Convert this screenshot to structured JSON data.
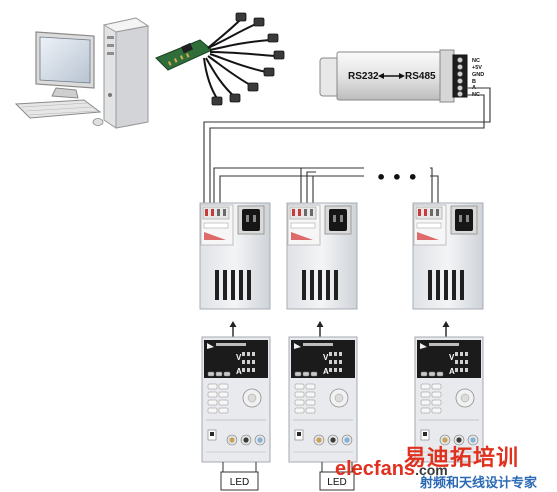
{
  "converter": {
    "left_label": "RS232",
    "right_label": "RS485",
    "pins": [
      "NC",
      "+5V",
      "GND",
      "B",
      "A",
      "NC"
    ]
  },
  "ellipsis": "• • •",
  "instrument": {
    "meter_v": "V",
    "meter_a": "A"
  },
  "loads": [
    {
      "label": "LED"
    },
    {
      "label": "LED"
    }
  ],
  "watermark": {
    "cn_title": "易迪拓培训",
    "brand": "elecfans",
    "domain": ".com",
    "cn_sub": "射频和天线设计专家"
  },
  "colors": {
    "line": "#333333",
    "device_body": "#e9ebee",
    "panel": "#d9dce1",
    "display": "#1b1b1b",
    "accent": "#e0301e"
  }
}
